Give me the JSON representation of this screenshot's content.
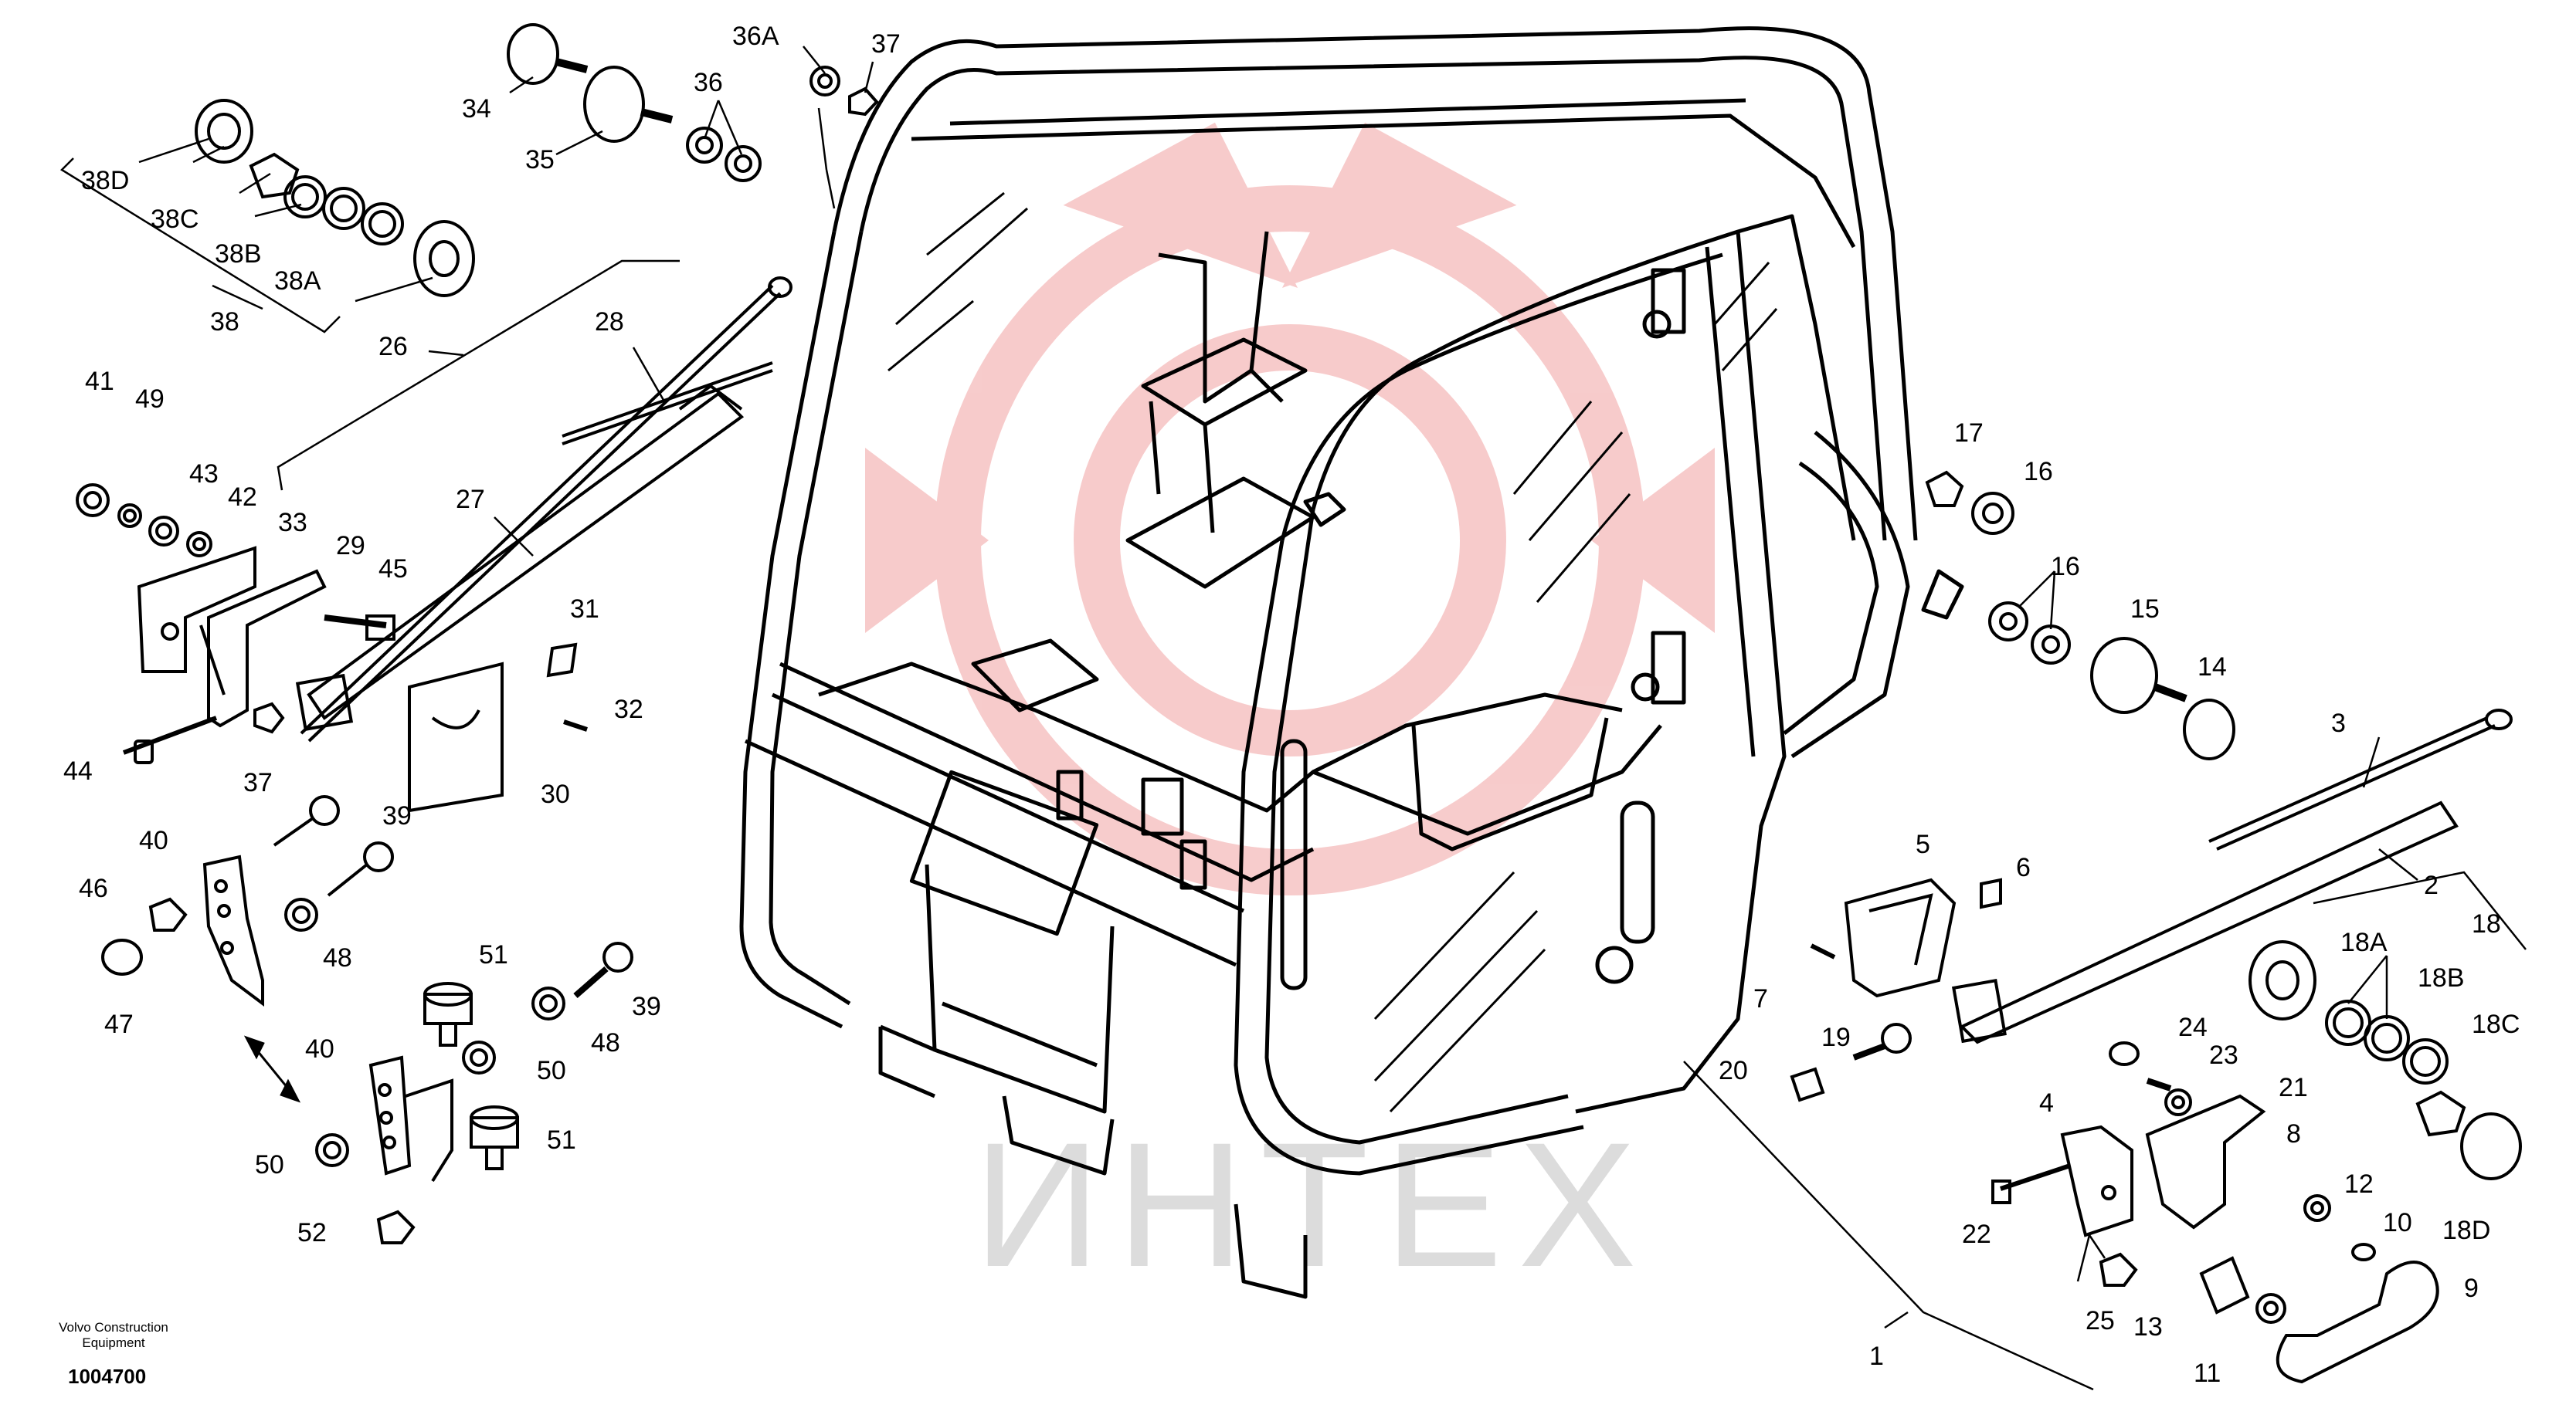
{
  "watermark": {
    "text": "ИНТЕХ",
    "color": "#d9d9d9",
    "logo_color": "#f4b6b6"
  },
  "footer": {
    "brand_line1": "Volvo Construction",
    "brand_line2": "Equipment",
    "drawing_number": "1004700"
  },
  "callouts": {
    "c1": "1",
    "c2": "2",
    "c3": "3",
    "c4": "4",
    "c5": "5",
    "c6": "6",
    "c7": "7",
    "c8": "8",
    "c9": "9",
    "c10": "10",
    "c11": "11",
    "c12": "12",
    "c13": "13",
    "c14": "14",
    "c15": "15",
    "c16a": "16",
    "c16b": "16",
    "c17": "17",
    "c18": "18",
    "c18A": "18A",
    "c18B": "18B",
    "c18C": "18C",
    "c18D": "18D",
    "c19": "19",
    "c20": "20",
    "c21": "21",
    "c22": "22",
    "c23": "23",
    "c24": "24",
    "c25": "25",
    "c26": "26",
    "c27": "27",
    "c28": "28",
    "c29": "29",
    "c30": "30",
    "c31": "31",
    "c32": "32",
    "c33": "33",
    "c34": "34",
    "c35": "35",
    "c36": "36",
    "c36A": "36A",
    "c37a": "37",
    "c37b": "37",
    "c38": "38",
    "c38A": "38A",
    "c38B": "38B",
    "c38C": "38C",
    "c38D": "38D",
    "c39a": "39",
    "c39b": "39",
    "c40a": "40",
    "c40b": "40",
    "c41": "41",
    "c42": "42",
    "c43": "43",
    "c44": "44",
    "c45": "45",
    "c46": "46",
    "c47": "47",
    "c48a": "48",
    "c48b": "48",
    "c49": "49",
    "c50a": "50",
    "c50b": "50",
    "c51a": "51",
    "c51b": "51",
    "c52": "52"
  }
}
